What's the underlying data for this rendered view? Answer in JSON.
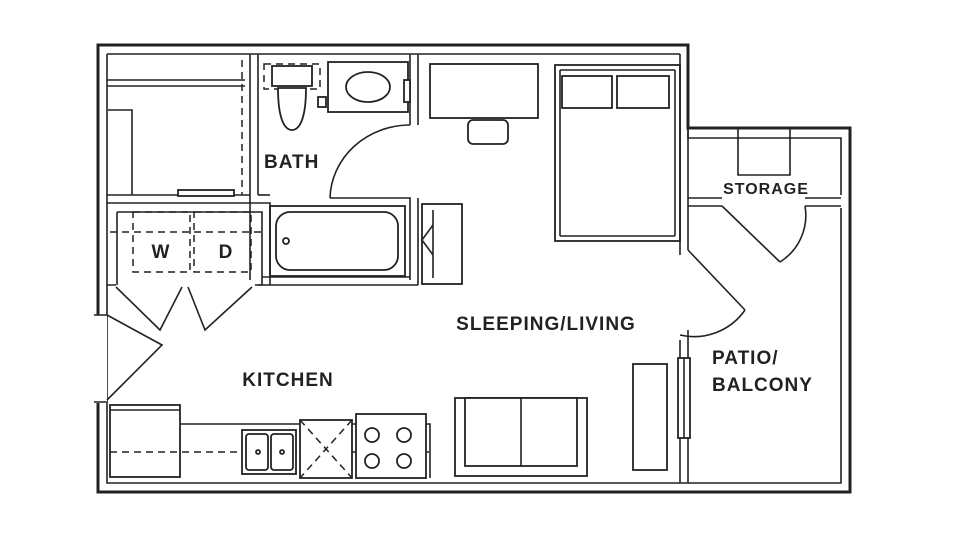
{
  "rooms": {
    "bath": "BATH",
    "storage": "STORAGE",
    "sleeping_living": "SLEEPING/LIVING",
    "patio_balcony_line1": "PATIO/",
    "patio_balcony_line2": "BALCONY",
    "kitchen": "KITCHEN"
  },
  "appliances": {
    "washer": "W",
    "dryer": "D"
  },
  "colors": {
    "line": "#222222",
    "background": "#ffffff"
  }
}
